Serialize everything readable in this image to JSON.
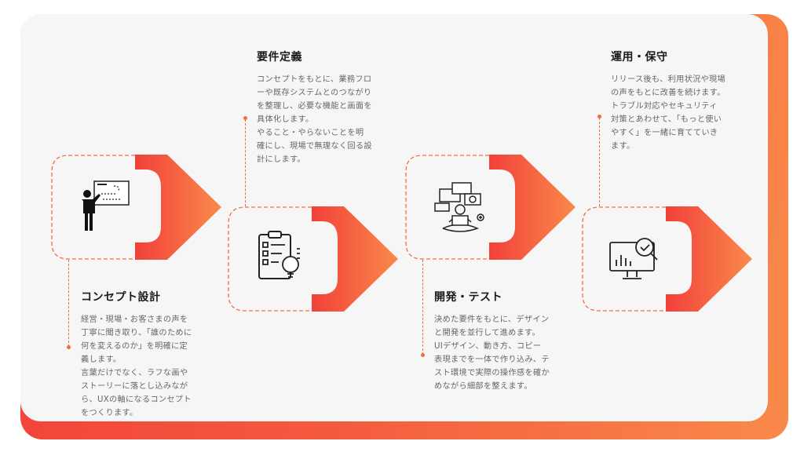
{
  "steps": [
    {
      "title": "コンセプト設計",
      "body": "経営・現場・お客さまの声を\n丁寧に聞き取り、「誰のために\n何を変えるのか」を明確に定\n義します。\n言葉だけでなく、ラフな画や\nストーリーに落とし込みなが\nら、UXの軸になるコンセプト\nをつくります。",
      "icon": "presenter-whiteboard-icon"
    },
    {
      "title": "要件定義",
      "body": "コンセプトをもとに、業務フロ\nーや既存システムとのつながり\nを整理し、必要な機能と画面を\n具体化します。\n やること・やらないことを明\n確にし、現場で無理なく回る設\n計にします。",
      "icon": "checklist-lightbulb-icon"
    },
    {
      "title": "開発・テスト",
      "body": "決めた要件をもとに、デザイン\nと開発を並行して進めます。\n UIデザイン、動き方、コピー\n表現までを一体で作り込み、テ\nスト環境で実際の操作感を確か\nめながら細部を整えます。",
      "icon": "developer-laptop-icon"
    },
    {
      "title": "運用・保守",
      "body": "リリース後も、利用状況や現場\nの声をもとに改善を続けます。\n トラブル対応やセキュリティ\n対策とあわせて、「もっと使い\nやすく」を一緒に育てていき\nます。",
      "icon": "monitor-analytics-icon"
    }
  ],
  "colors": {
    "accent_start": "#f2403a",
    "accent_end": "#f98a4a",
    "panel": "#f6f6f6",
    "dashed": "#f26d3d"
  }
}
